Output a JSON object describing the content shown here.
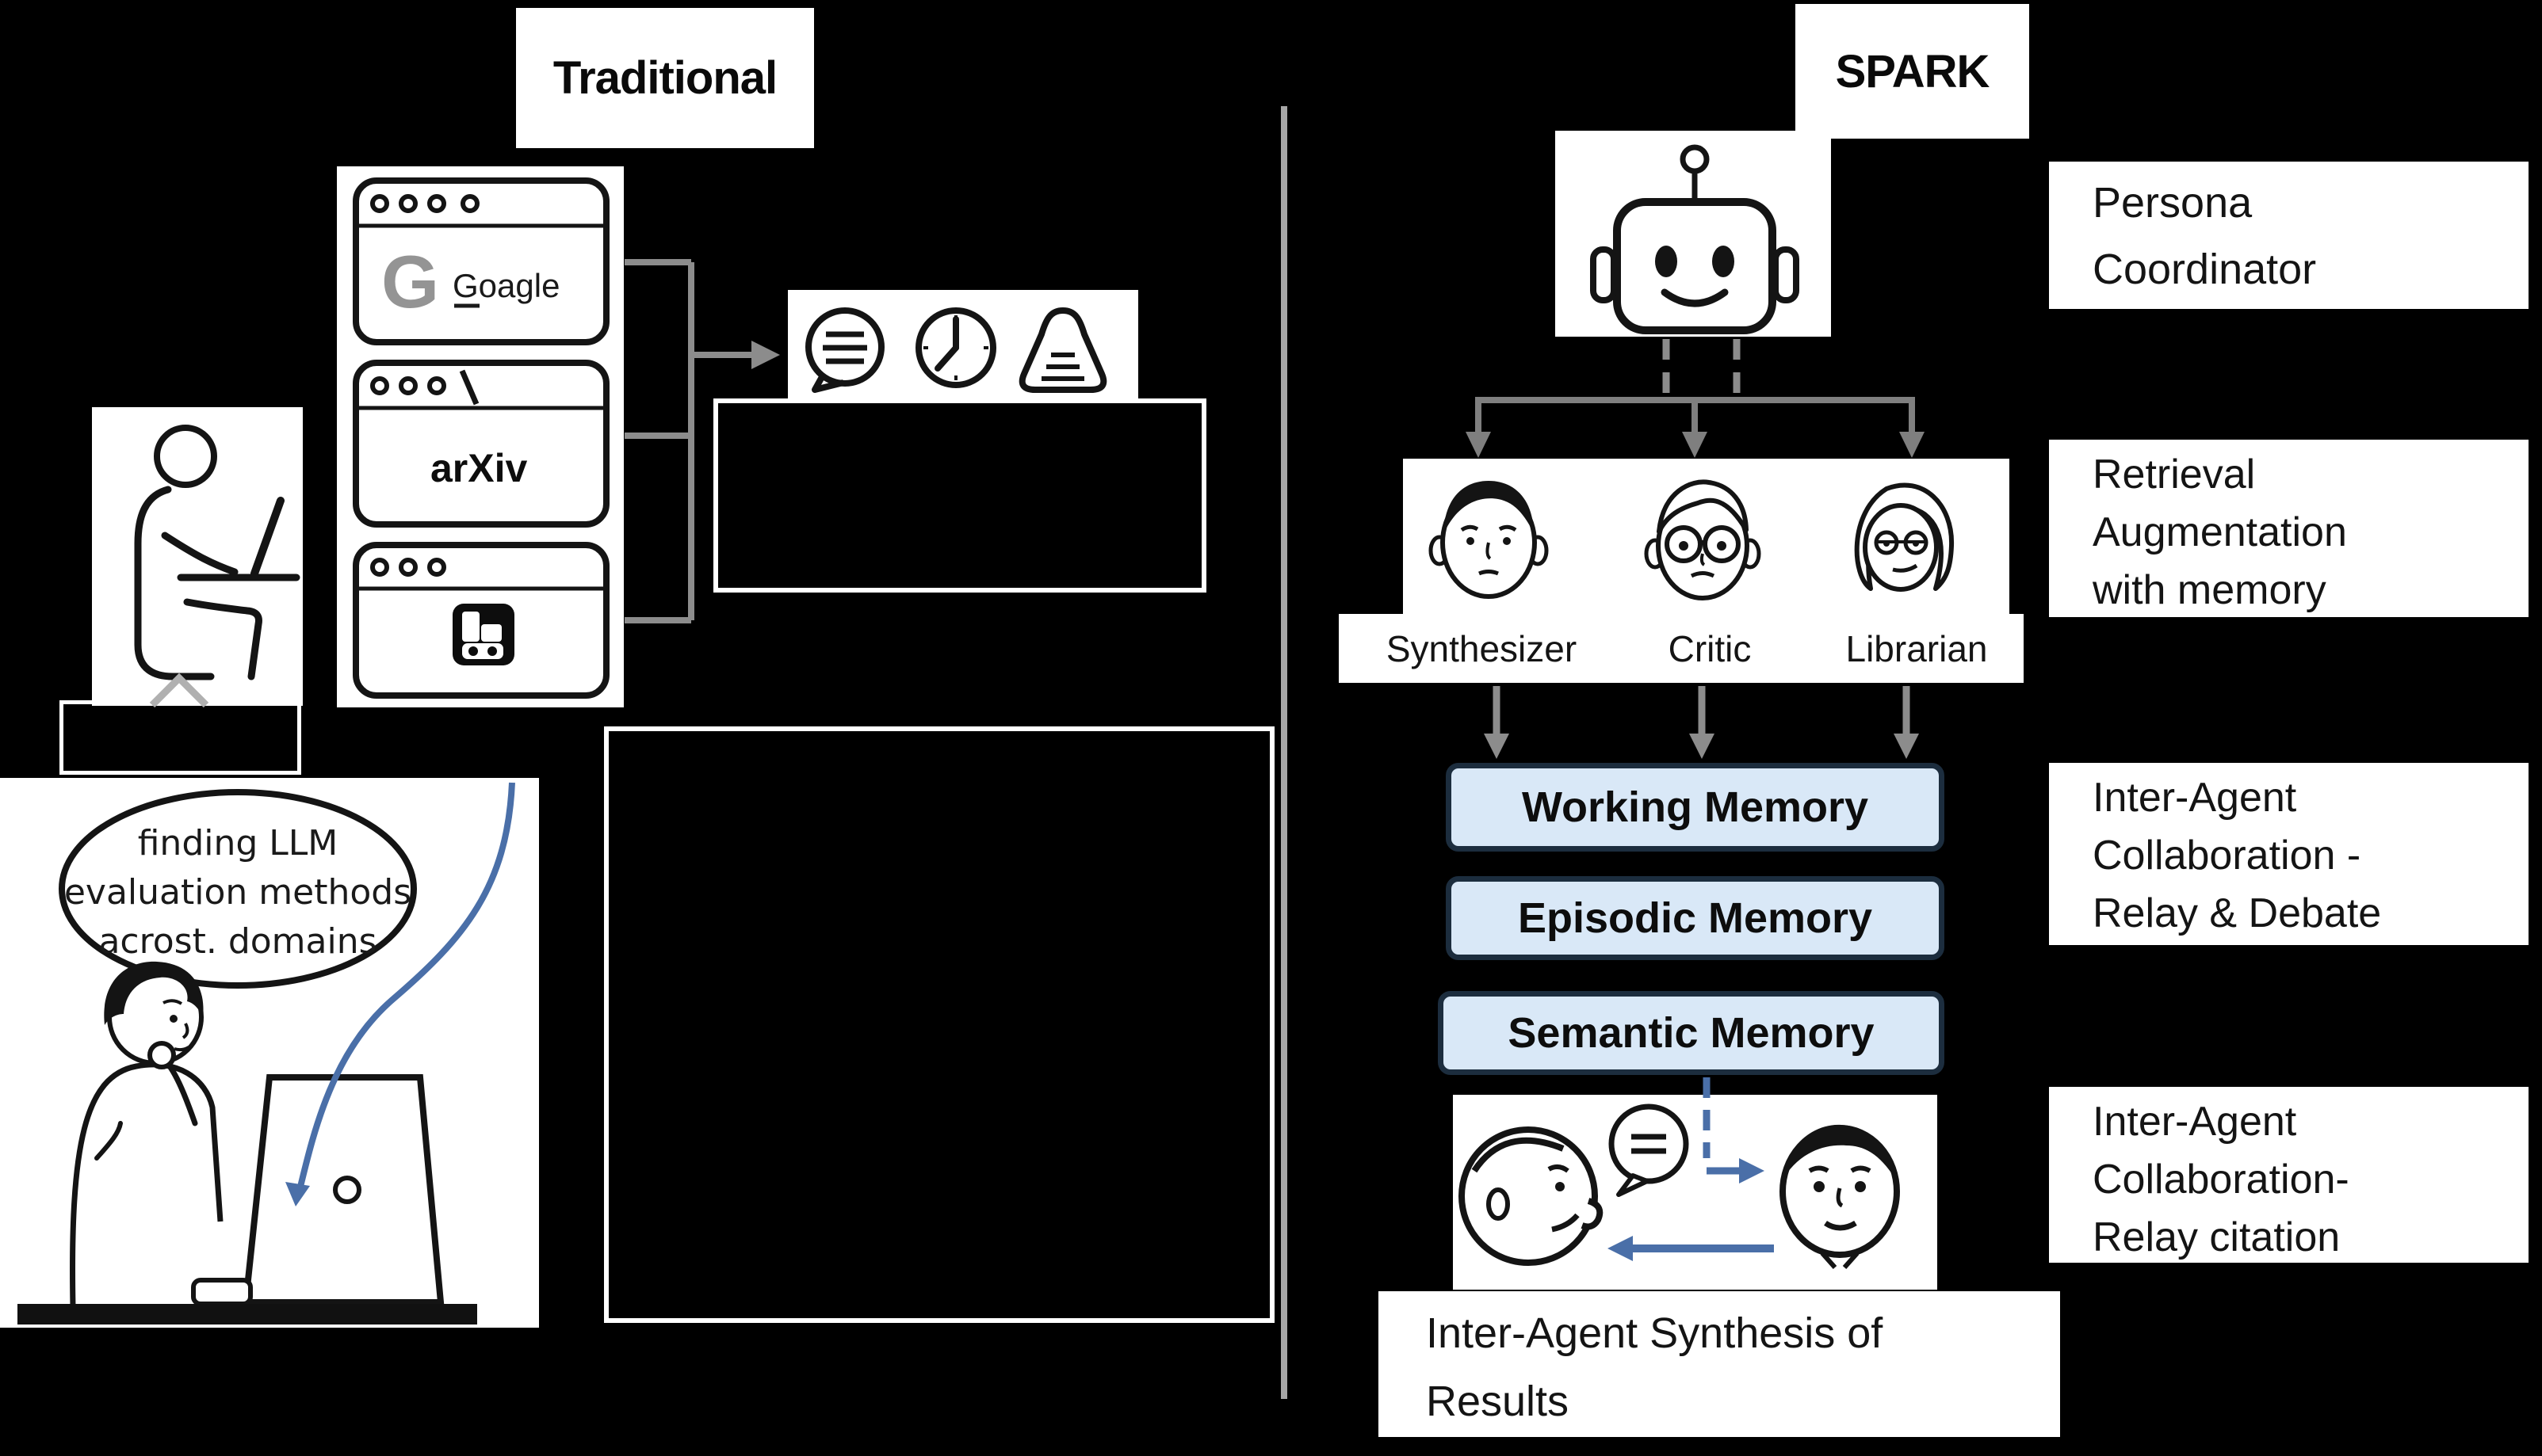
{
  "traditional": {
    "title": "Traditional",
    "google_logo_letter": "G",
    "browser_google": "Goagle",
    "browser_arxiv": "arXiv",
    "bubble_lines": [
      "finding LLM",
      "evaluation methods",
      "acrost. domains"
    ]
  },
  "spark": {
    "title": "SPARK",
    "persona": [
      "Persona",
      "Coordinator"
    ],
    "retrieval": [
      "Retrieval",
      "Augmentation",
      "with memory"
    ],
    "collab_relay_debate": [
      "Inter-Agent",
      "Collaboration -",
      "Relay & Debate"
    ],
    "collab_relay_citation": [
      "Inter-Agent",
      "Collaboration-",
      "Relay citation"
    ],
    "synthesis": [
      "Inter-Agent Synthesis of",
      "Results"
    ],
    "agents": [
      "Synthesizer",
      "Critic",
      "Librarian"
    ],
    "memory_boxes": [
      "Working Memory",
      "Episodic Memory",
      "Semantic Memory"
    ]
  },
  "colors": {
    "accent_blue": "#4a6fa8",
    "memory_fill": "#d9e8f7",
    "memory_border": "#1c2d3e",
    "connector_gray": "#8c8c8c",
    "divider_gray": "#a6a6a6"
  },
  "icons": [
    "google-logo-icon",
    "database-icon",
    "chat-lines-icon",
    "clock-icon",
    "filter-cone-icon",
    "seated-person-icon",
    "thinking-person-icon",
    "laptop-icon",
    "robot-icon",
    "synthesizer-face-icon",
    "critic-face-icon",
    "librarian-face-icon",
    "talking-people-icon",
    "speech-bubble-icon"
  ]
}
